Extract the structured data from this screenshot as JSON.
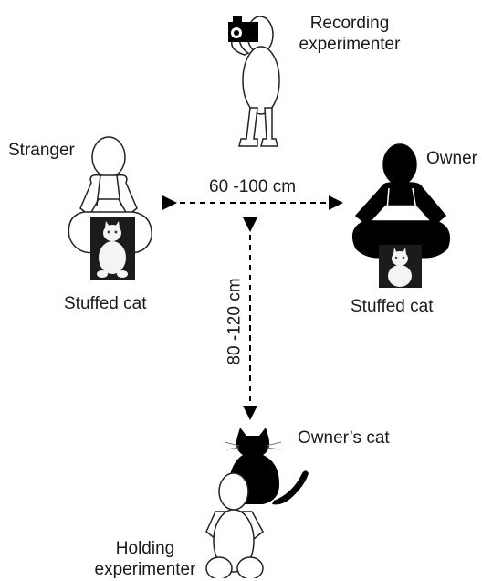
{
  "labels": {
    "recording_experimenter_line1": "Recording",
    "recording_experimenter_line2": "experimenter",
    "stranger": "Stranger",
    "owner": "Owner",
    "stuffed_cat_left": "Stuffed cat",
    "stuffed_cat_right": "Stuffed cat",
    "owners_cat": "Owner’s cat",
    "holding_experimenter_line1": "Holding",
    "holding_experimenter_line2": "experimenter"
  },
  "distances": {
    "horizontal": "60 -100 cm",
    "vertical": "80 -120 cm"
  },
  "colors": {
    "outline": "#222222",
    "owner_fill": "#000000",
    "photo_bg": "#1b1b1b",
    "stuffed_cat": "#f4f4f4"
  },
  "icons": {
    "camera": "camera-icon",
    "cat_silhouette": "cat-silhouette-icon"
  }
}
